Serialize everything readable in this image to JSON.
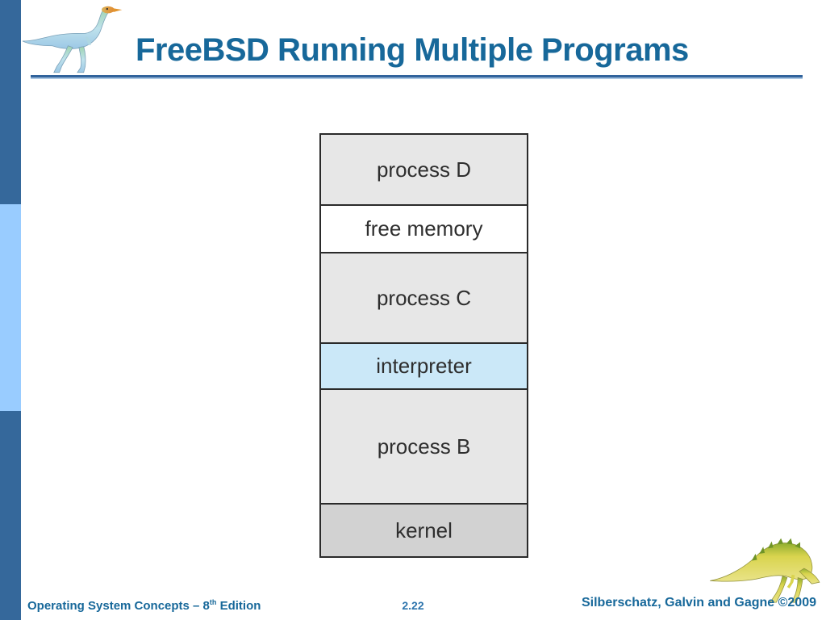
{
  "slide": {
    "title": "FreeBSD Running Multiple Programs"
  },
  "diagram": {
    "blocks": [
      {
        "label": "process D",
        "fill": "#e7e7e7",
        "height": 88
      },
      {
        "label": "free memory",
        "fill": "#ffffff",
        "height": 59
      },
      {
        "label": "process C",
        "fill": "#e7e7e7",
        "height": 112
      },
      {
        "label": "interpreter",
        "fill": "#cbe8f8",
        "height": 57
      },
      {
        "label": "process B",
        "fill": "#e7e7e7",
        "height": 142
      },
      {
        "label": "kernel",
        "fill": "#d2d2d2",
        "height": 64
      }
    ]
  },
  "footer": {
    "book": {
      "prefix": "Operating System Concepts – 8",
      "superscript": "th",
      "suffix": " Edition"
    },
    "page_number": "2.22",
    "authors": "Silberschatz, Galvin and Gagne ©2009"
  },
  "icons": {
    "top_left": "dinosaur-logo",
    "bottom_right": "dinosaur-logo"
  },
  "colors": {
    "title_text": "#17689a",
    "sidebar_dark": "#35689b",
    "sidebar_light": "#99ccff",
    "divider": "#31639c",
    "block_border": "#2a2a2a",
    "interpreter_highlight": "#cbe8f8"
  }
}
